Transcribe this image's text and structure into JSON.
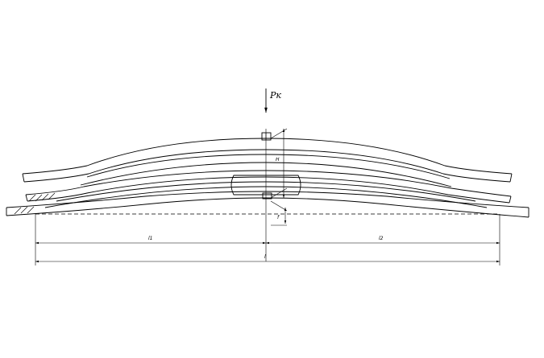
{
  "drawing": {
    "load_label": "Pк",
    "dim_left_label": "l1",
    "dim_right_label": "l2",
    "dim_total_label": "l",
    "height_label_upper": "H",
    "height_label_lower": "f"
  }
}
